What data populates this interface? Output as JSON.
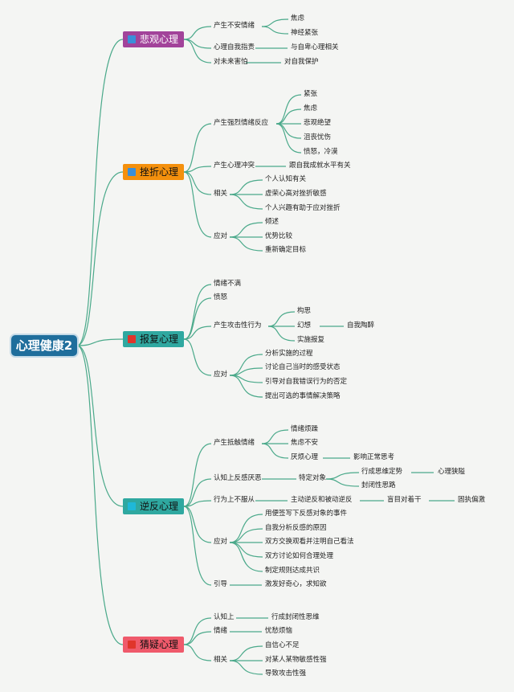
{
  "root": "心理健康2",
  "branches": {
    "b1": {
      "label": "悲观心理",
      "icon": "blue-square-icon",
      "color": "#a2439a"
    },
    "b2": {
      "label": "挫折心理",
      "icon": "rocket-icon",
      "color": "#f4900d"
    },
    "b3": {
      "label": "报复心理",
      "icon": "red-square-icon",
      "color": "#2fa8a0"
    },
    "b4": {
      "label": "逆反心理",
      "icon": "cyan-square-icon",
      "color": "#2fa8a0"
    },
    "b5": {
      "label": "猜疑心理",
      "icon": "red-square-icon",
      "color": "#ef5a6b"
    }
  },
  "nodes": {
    "n1": "产生不安情绪",
    "n2": "焦虑",
    "n3": "神经紧张",
    "n4": "心理自我指责",
    "n5": "与自卑心理相关",
    "n6": "对未来害怕",
    "n7": "对自我保护",
    "n8": "产生强烈情绪反应",
    "n9": "紧张",
    "n10": "焦虑",
    "n11": "悲观绝望",
    "n12": "沮丧忧伤",
    "n13": "愤怒，冷漠",
    "n14": "产生心理冲突",
    "n15": "跟自我成就水平有关",
    "n16": "相关",
    "n17": "个人认知有关",
    "n18": "虚荣心高对挫折敏感",
    "n19": "个人兴趣有助于应对挫折",
    "n20": "应对",
    "n21": "倾述",
    "n22": "优势比较",
    "n23": "重新确定目标",
    "n24": "情绪不满",
    "n25": "愤怒",
    "n26": "产生攻击性行为",
    "n27": "构思",
    "n28": "幻想",
    "n29": "自我陶醉",
    "n30": "实施报复",
    "n31": "应对",
    "n32": "分析实施的过程",
    "n33": "讨论自己当时的感受状态",
    "n34": "引导对自我错误行为的否定",
    "n35": "提出可选的事情解决策略",
    "n36": "产生抵触情绪",
    "n37": "情绪烦躁",
    "n38": "焦虑不安",
    "n39": "厌烦心理",
    "n40": "影响正常思考",
    "n41": "认知上反感厌恶",
    "n42": "特定对象",
    "n43": "行成思维定势",
    "n44": "心理狭隘",
    "n45": "封闭性思路",
    "n46": "行为上不服从",
    "n47": "主动逆反和被动逆反",
    "n48": "盲目对着干",
    "n49": "固执偏激",
    "n50": "应对",
    "n51": "用便签写下反感对象的事件",
    "n52": "自我分析反感的原因",
    "n53": "双方交换观看并注明自己看法",
    "n54": "双方讨论如何合理处理",
    "n55": "制定规则达成共识",
    "n56": "引导",
    "n57": "激发好奇心，求知欲",
    "n58": "认知上",
    "n59": "行成封闭性思维",
    "n60": "情绪",
    "n61": "忧愁烦恼",
    "n62": "相关",
    "n63": "自信心不足",
    "n64": "对某人某物敏感性强",
    "n65": "导致攻击性强"
  },
  "colors": {
    "line": "#4aa98a",
    "root": "#1f6e9c"
  }
}
